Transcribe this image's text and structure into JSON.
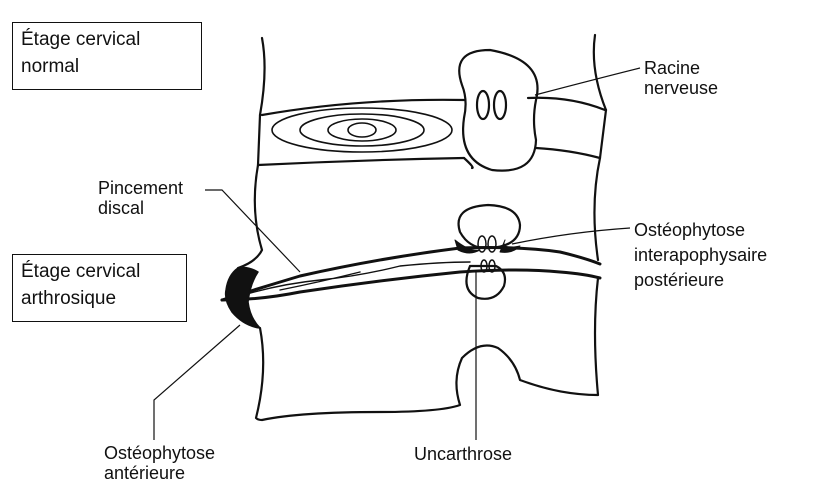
{
  "boxes": {
    "normal": {
      "line1": "Étage cervical",
      "line2": "normal"
    },
    "arthrosique": {
      "line1": "Étage cervical",
      "line2": "arthrosique"
    }
  },
  "labels": {
    "racine": {
      "line1": "Racine",
      "line2": "nerveuse"
    },
    "pincement": {
      "line1": "Pincement",
      "line2": "discal"
    },
    "osteophytose_inter": {
      "line1": "Ostéophytose",
      "line2": "interapophysaire",
      "line3": "postérieure"
    },
    "osteophytose_ant": {
      "line1": "Ostéophytose",
      "line2": "antérieure"
    },
    "uncarthrose": "Uncarthrose"
  },
  "colors": {
    "ink": "#111111",
    "paper": "#ffffff"
  }
}
